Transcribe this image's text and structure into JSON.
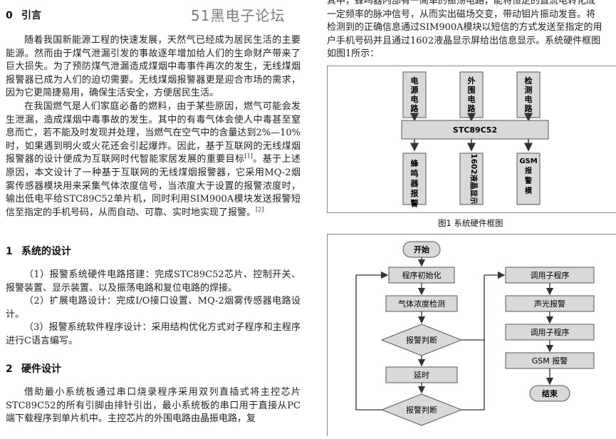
{
  "watermark": "51黑电子论坛",
  "sections": {
    "intro": {
      "num": "0",
      "title": "引言"
    },
    "system": {
      "num": "1",
      "title": "系统的设计"
    },
    "hardware": {
      "num": "2",
      "title": "硬件设计"
    }
  },
  "intro_paragraphs": [
    "随着我国新能源工程的快速发展，天然气已经成为居民生活的主要能源。然而由于煤气泄漏引发的事故逐年增加给人们的生命财产带来了巨大损失。为了预防煤气泄漏造成煤烟中毒事件再次的发生，无线煤烟报警器已成为人们的迫切需要。无线煤烟报警器更是迎合市场的需求，因为它更简捷易用，确保生活安全，方便居民生活。",
    "在我国燃气是人们家庭必备的燃料，由于某些原因，燃气可能会发生泄漏，造成煤烟中毒事故的发生。其中的有毒气体会使人中毒甚至窒息而亡，若不能及时发现并处理，当燃气在空气中的含量达到2%—10%时，如果遇到明火或火花还会引起爆炸。因此，基于互联网的无线煤烟报警器的设计便成为互联网时代智能家居发展的重要目标",
    "。基于上述原因，本文设计了一种基于互联网的无线煤烟报警器，它采用MQ-2烟雾传感器模块用来采集气体浓度信号，当浓度大于设置的报警浓度时，输出低电平给STC89C52单片机，同时利用SIM900A模块发送报警短信至指定的手机号码，从而自动、可靠、实时地实现了报警。"
  ],
  "refs": {
    "r1": "[1]",
    "r2": "[2]"
  },
  "system_items": [
    "（1）报警系统硬件电路搭建：完成STC89C52芯片、控制开关、报警装置、显示装置、以及振荡电路和复位电路的焊接。",
    "（2）扩展电路设计：完成I/O接口设置、MQ-2烟雾传感器电路设计。",
    "（3）报警系统软件程序设计：采用结构优化方式对子程序和主程序进行C语言编写。"
  ],
  "hardware_paragraph": "借助最小系统板通过串口烧录程序采用双列直插式将主控芯片STC89C52的所有引脚由排针引出，最小系统板的串口用于直接从PC端下载程序到单片机中。主控芯片的外围电路由晶振电路，复",
  "right_text": "其中，蜂鸣器内部有一简单的振荡电路，能将恒定的直流电转化成\n一定频率的脉冲信号，从而实出磁场交变，带动钼片振动发音。将\n检测到的正确信息通过SIM900A模块以短信的方式发送至指定的用\n户手机号码并且通过1602液晶显示屏给出信息显示。系统硬件框图\n如图1所示：",
  "figure1": {
    "caption": "图1 系统硬件框图",
    "top_blocks": [
      "电源电路",
      "外围电路",
      "检测电路"
    ],
    "center": "STC89C52",
    "bottom_blocks": [
      "蜂鸣器报警",
      "1602液晶显示",
      "GSM报警模块"
    ]
  },
  "flowchart": {
    "start": "开始",
    "init": "程序初始化",
    "detect": "气体浓度检测",
    "judge1": "报警判断",
    "delay": "延时",
    "judge2": "报警判断",
    "call": "调用子程序",
    "sound": "声光报警",
    "call2": "调用子程序",
    "gsm": "GSM 报警",
    "end": "结束"
  }
}
